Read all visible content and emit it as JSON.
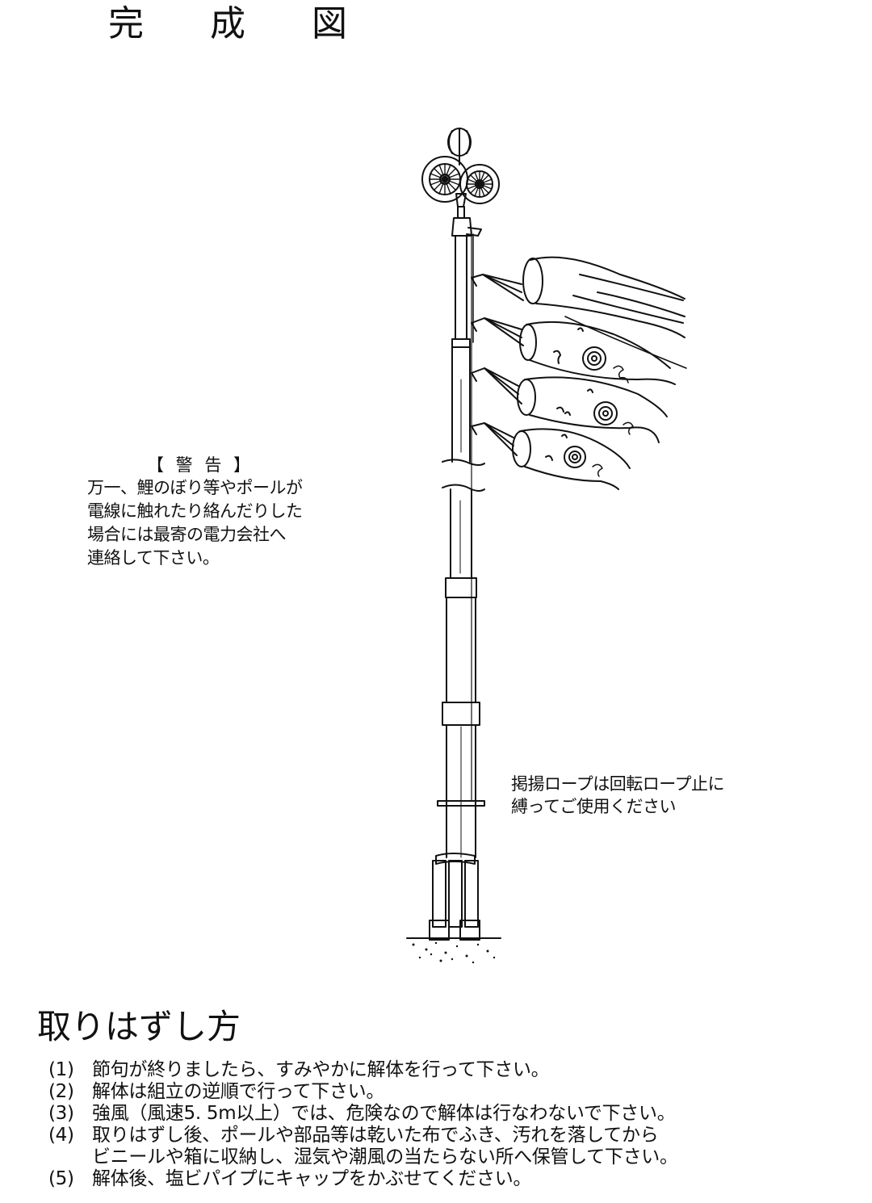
{
  "page_title": "完 成 図",
  "warning": {
    "heading": "【 警 告 】",
    "lines": [
      "万一、鯉のぼり等やポールが",
      "電線に触れたり絡んだりした",
      "場合には最寄の電力会社へ",
      "連絡して下さい。"
    ]
  },
  "rope_note": {
    "lines": [
      "掲揚ロープは回転ロープ止に",
      "縛ってご使用ください"
    ]
  },
  "removal": {
    "title": "取りはずし方",
    "steps": [
      {
        "num": "(1)",
        "text": "節句が終りましたら、すみやかに解体を行って下さい。"
      },
      {
        "num": "(2)",
        "text": "解体は組立の逆順で行って下さい。"
      },
      {
        "num": "(3)",
        "text": "強風（風速5. 5m以上）では、危険なので解体は行なわないで下さい。"
      },
      {
        "num": "(4)",
        "text": "取りはずし後、ポールや部品等は乾いた布でふき、汚れを落してから",
        "cont": "ビニールや箱に収納し、湿気や潮風の当たらない所へ保管して下さい。"
      },
      {
        "num": "(5)",
        "text": "解体後、塩ビパイプにキャップをかぶせてください。"
      }
    ]
  },
  "colors": {
    "ink": "#111111",
    "paper": "#ffffff"
  }
}
